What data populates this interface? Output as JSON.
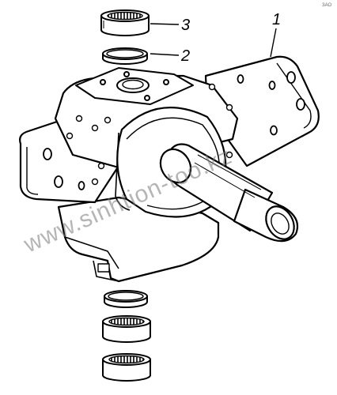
{
  "diagram": {
    "callouts": [
      {
        "id": "c1",
        "label": "1",
        "part": "steering-knuckle"
      },
      {
        "id": "c2",
        "label": "2",
        "part": "seal-ring"
      },
      {
        "id": "c3",
        "label": "3",
        "part": "needle-bearing"
      }
    ],
    "watermark": "www.sinhtion-too.kz",
    "corner_mark": "ЗАО"
  }
}
